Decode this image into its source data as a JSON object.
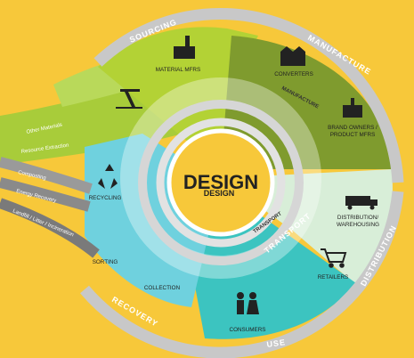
{
  "diagram": {
    "center": {
      "title": "DESIGN",
      "echo": "DESIGN"
    },
    "ring_labels": {
      "sourcing": "SOURCING",
      "manufacture": "MANUFACTURE",
      "distribution": "DISTRIBUTION",
      "use": "USE",
      "recovery": "RECOVERY",
      "transport": "TRANSPORT"
    },
    "inner_ring_labels": {
      "manufacture": "MANUFACTURE",
      "transport": "TRANSPORT"
    },
    "stages": {
      "material_mfrs": "MATERIAL MFRS",
      "converters": "CONVERTERS",
      "brand_owners_1": "BRAND OWNERS /",
      "brand_owners_2": "PRODUCT MFRS",
      "distribution_1": "DISTRIBUTION/",
      "distribution_2": "WAREHOUSING",
      "retailers": "RETAILERS",
      "consumers": "CONSUMERS",
      "collection": "COLLECTION",
      "sorting": "SORTING",
      "recycling": "RECYCLING"
    },
    "inputs": [
      "Other Materials",
      "Resource Extraction"
    ],
    "outputs": [
      "Composting",
      "Energy Recovery",
      "Landfill / Litter / Incineration"
    ],
    "colors": {
      "background": "#f7c83a",
      "sourcing": "#b3d235",
      "manufacture": "#7f9b2e",
      "distribution": "#d8eed8",
      "use": "#3cc4c0",
      "recovery": "#6fd1de",
      "ring": "#c8c8c8"
    }
  }
}
